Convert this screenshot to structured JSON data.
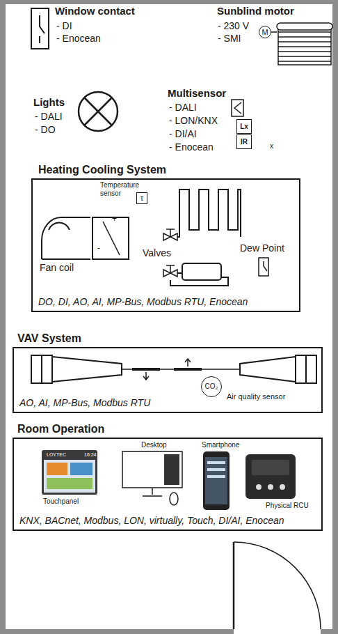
{
  "diagram": {
    "nodes": [
      {
        "text": [
          "M"
        ]
      },
      {
        "text": [
          "Lx"
        ]
      },
      {
        "text": [
          "IR"
        ]
      },
      {
        "text": [
          "Heating Cooling System",
          "DO, DI, AO, AI, MP-Bus, Modbus RTU, Enocean"
        ]
      },
      {
        "text": [
          "Temperature sensor",
          "τ"
        ],
        "in": 3
      },
      {
        "text": [
          "VAV System",
          "AO, AI, MP-Bus, Modbus RTU"
        ]
      },
      {
        "text": [
          "CO₂",
          "Air quality sensor"
        ],
        "in": 5
      },
      {
        "text": [
          "Room Operation",
          "KNX, BACnet, Modbus, LON, virtually, Touch, DI/AI, Enocean"
        ]
      }
    ],
    "labels": [
      "Window contact",
      "- DI",
      "- Enocean",
      "Sunblind motor",
      "- 230 V",
      "- SMI",
      "Lights",
      "- DALI",
      "- DO",
      "Multisensor",
      "- DALI",
      "- LON/KNX",
      "- DI/AI",
      "- Enocean",
      "x",
      "+",
      "-",
      "Fan coil",
      "Valves",
      "Dew Point",
      "Desktop",
      "Smartphone",
      "LOYTEC",
      "16:24",
      "Touchpanel",
      "Physical RCU"
    ]
  }
}
